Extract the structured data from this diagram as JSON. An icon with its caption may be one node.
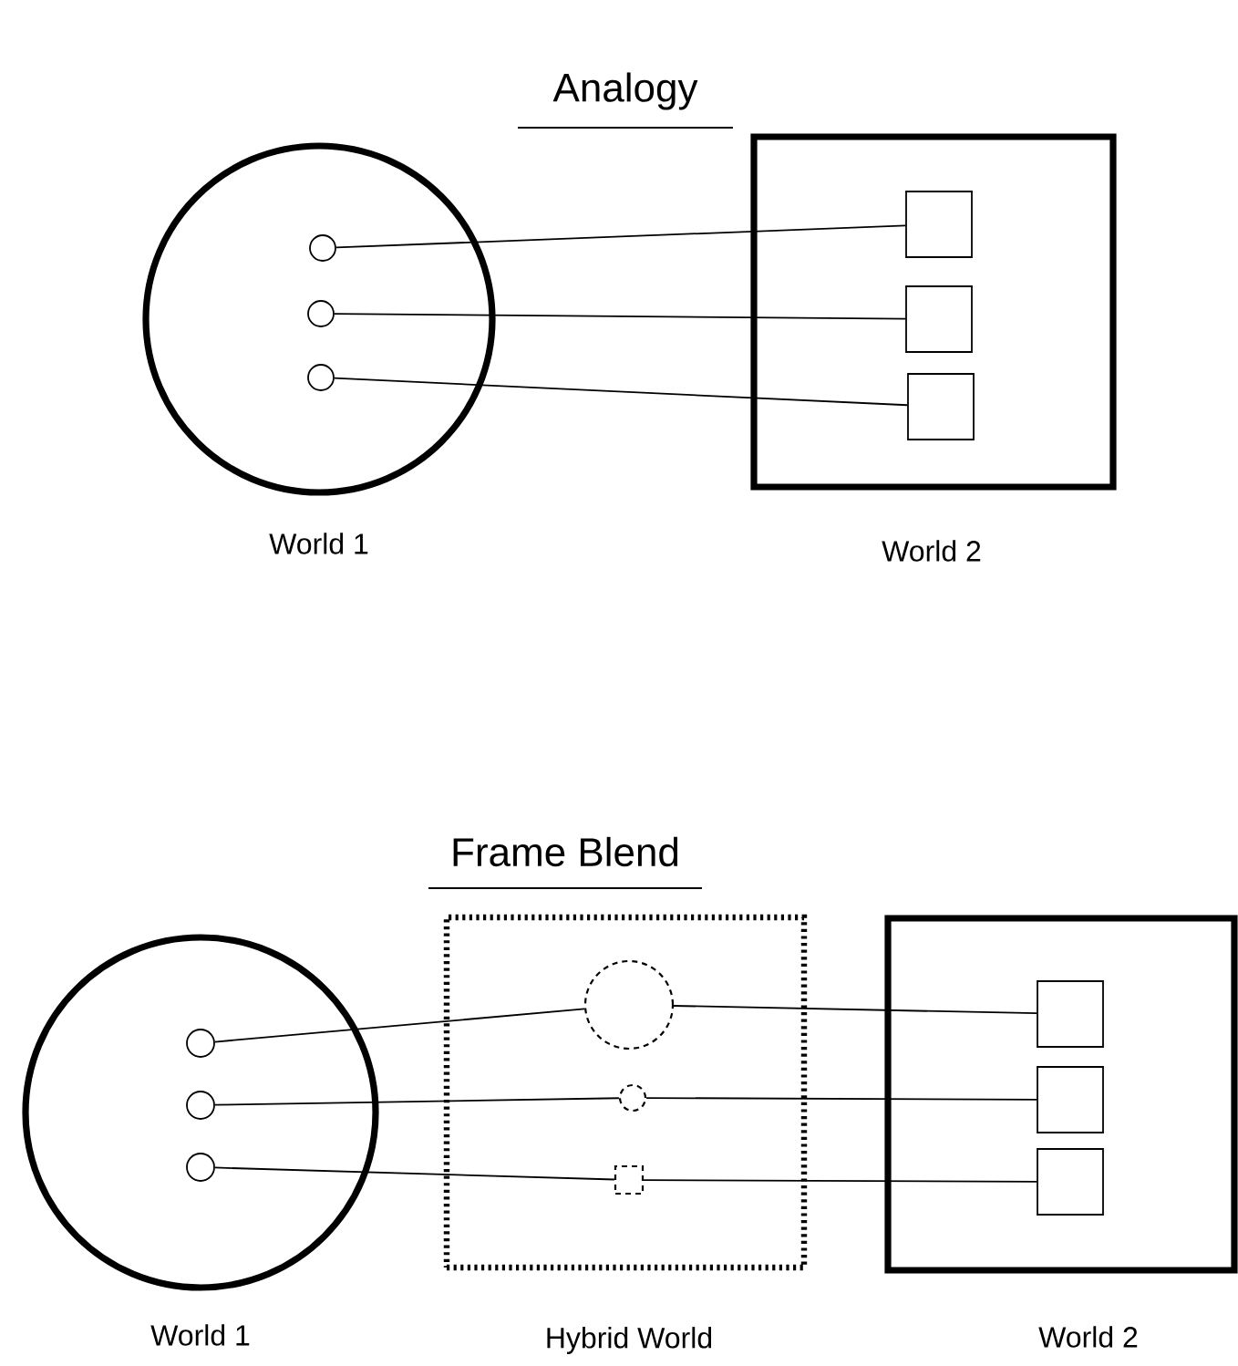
{
  "diagram": {
    "labels": [
      "Analogy",
      "Frame Blend"
    ],
    "nodes": [
      {
        "text": [],
        "shape": "circle",
        "beside": [
          "World 1"
        ]
      },
      {
        "text": [],
        "shape": "circle",
        "in": 0
      },
      {
        "text": [],
        "shape": "circle",
        "in": 0
      },
      {
        "text": [],
        "shape": "circle",
        "in": 0
      },
      {
        "text": [],
        "shape": "box",
        "beside": [
          "World 2"
        ]
      },
      {
        "text": [],
        "shape": "box",
        "in": 4
      },
      {
        "text": [],
        "shape": "box",
        "in": 4
      },
      {
        "text": [],
        "shape": "box",
        "in": 4
      },
      {
        "text": [],
        "shape": "circle",
        "beside": [
          "World 1"
        ]
      },
      {
        "text": [],
        "shape": "circle",
        "in": 8
      },
      {
        "text": [],
        "shape": "circle",
        "in": 8
      },
      {
        "text": [],
        "shape": "circle",
        "in": 8
      },
      {
        "text": [],
        "shape": "box",
        "beside": [
          "Hybrid World"
        ]
      },
      {
        "text": [],
        "shape": "circle",
        "in": 12
      },
      {
        "text": [],
        "shape": "circle",
        "in": 12
      },
      {
        "text": [],
        "shape": "box",
        "in": 12
      },
      {
        "text": [],
        "shape": "box",
        "beside": [
          "World 2"
        ]
      },
      {
        "text": [],
        "shape": "box",
        "in": 16
      },
      {
        "text": [],
        "shape": "box",
        "in": 16
      },
      {
        "text": [],
        "shape": "box",
        "in": 16
      }
    ],
    "edges": [
      {
        "from": 1,
        "to": 5,
        "arrow": "none"
      },
      {
        "from": 2,
        "to": 6,
        "arrow": "none"
      },
      {
        "from": 3,
        "to": 7,
        "arrow": "none"
      },
      {
        "from": 9,
        "to": 13,
        "arrow": "none"
      },
      {
        "from": 13,
        "to": 17,
        "arrow": "none"
      },
      {
        "from": 10,
        "to": 14,
        "arrow": "none"
      },
      {
        "from": 14,
        "to": 18,
        "arrow": "none"
      },
      {
        "from": 11,
        "to": 15,
        "arrow": "none"
      },
      {
        "from": 15,
        "to": 19,
        "arrow": "none"
      }
    ]
  }
}
